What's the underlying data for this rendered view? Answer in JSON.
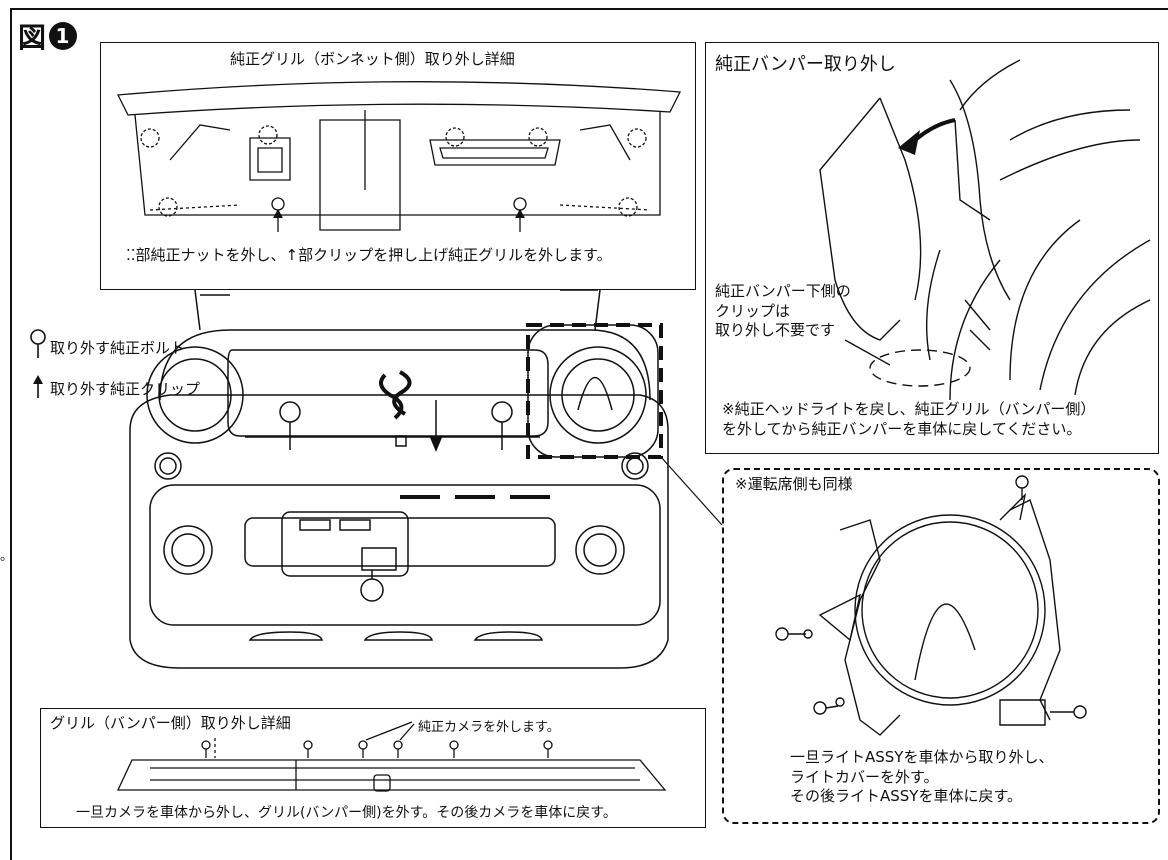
{
  "figure": {
    "label": "図",
    "number": "1"
  },
  "grille_bonnet_box": {
    "title": "純正グリル（ボンネット側）取り外し詳細",
    "instruction_marker": "⁚⁚",
    "instruction": "部純正ナットを外し、↑部クリップを押し上げ純正グリルを外します。"
  },
  "bumper_box": {
    "title": "純正バンパー取り外し",
    "clip_note": "純正バンパー下側の\nクリップは\n取り外し不要です",
    "return_note": "※純正ヘッドライトを戻し、純正グリル（バンパー側）\nを外してから純正バンパーを車体に戻してください。"
  },
  "legend": {
    "bolt_label": "取り外す純正ボルト",
    "clip_label": "取り外す純正クリップ"
  },
  "light_box": {
    "note": "※運転席側も同様",
    "instruction": "一旦ライトASSYを車体から取り外し、\nライトカバーを外す。\nその後ライトASSYを車体に戻す。"
  },
  "grille_bumper_box": {
    "title": "グリル（バンパー側）取り外し詳細",
    "camera_label": "純正カメラを外します。",
    "instruction": "一旦カメラを車体から外し、グリル(バンパー側)を外す。その後カメラを車体に戻す。"
  },
  "edge_mark": "。"
}
